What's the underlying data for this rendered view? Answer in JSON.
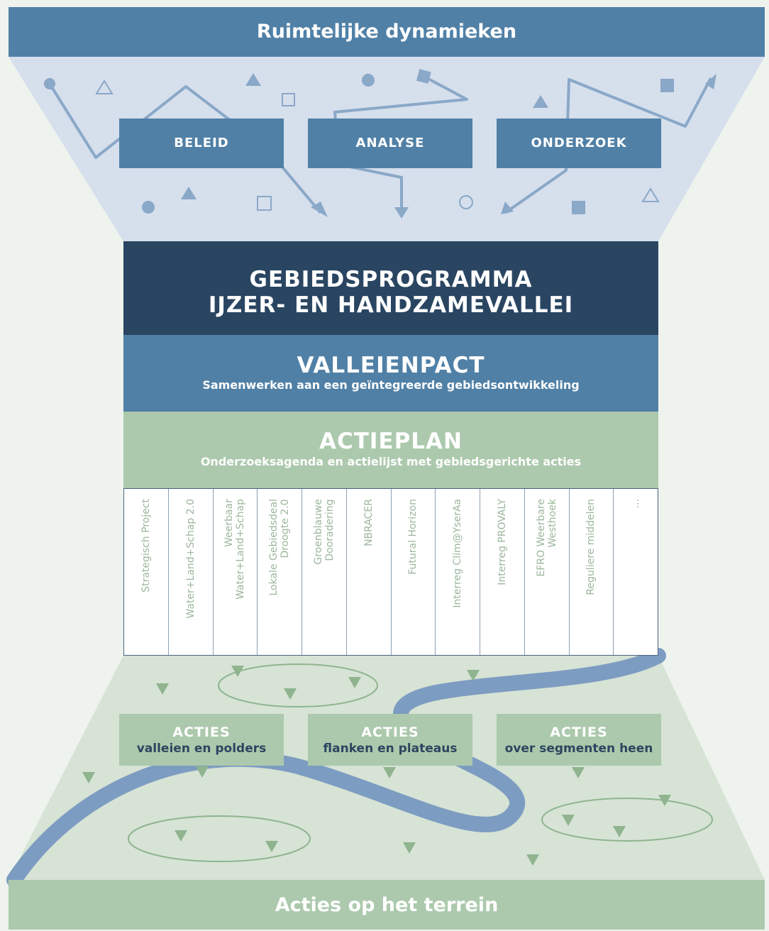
{
  "header": {
    "title": "Ruimtelijke dynamieken"
  },
  "sources": [
    {
      "label": "BELEID"
    },
    {
      "label": "ANALYSE"
    },
    {
      "label": "ONDERZOEK"
    }
  ],
  "programme": {
    "line1": "GEBIEDSPROGRAMMA",
    "line2": "IJZER- EN HANDZAMEVALLEI"
  },
  "pact": {
    "title": "VALLEIENPACT",
    "subtitle": "Samenwerken aan een geïntegreerde gebiedsontwikkeling"
  },
  "actionplan": {
    "title": "ACTIEPLAN",
    "subtitle": "Onderzoeksagenda en actielijst met gebiedsgerichte acties"
  },
  "instruments": [
    "Strategisch Project",
    "Water+Land+Schap 2.0",
    "Weerbaar\nWater+Land+Schap",
    "Lokale Gebiedsdeal\nDroogte 2.0",
    "Groenblauwe\nDooradering",
    "NBRACER",
    "Futural Horizon",
    "Interreg Clim@YserAa",
    "Interreg PROVALY",
    "EFRO Weerbare\nWesthoek",
    "Reguliere middelen",
    "..."
  ],
  "actions": [
    {
      "title": "ACTIES",
      "subtitle": "valleien en polders"
    },
    {
      "title": "ACTIES",
      "subtitle": "flanken en plateaus"
    },
    {
      "title": "ACTIES",
      "subtitle": "over segmenten heen"
    }
  ],
  "footer": {
    "title": "Acties op het terrein"
  },
  "colors": {
    "blue": "#5080a6",
    "navy": "#294561",
    "green": "#acc9ad",
    "funnel_top": "#d6dfec",
    "funnel_bottom": "#d6e3d5",
    "icon_blue": "#8aa8c8",
    "icon_green": "#8fb48f",
    "river": "#7d9cc1"
  }
}
